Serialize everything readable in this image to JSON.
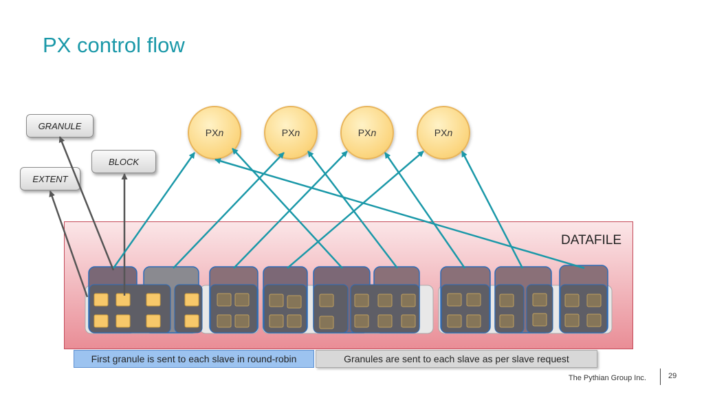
{
  "title": "PX control flow",
  "labels": {
    "granule": "GRANULE",
    "block": "BLOCK",
    "extent": "EXTENT",
    "datafile": "DATAFILE"
  },
  "px_nodes": [
    {
      "prefix": "PX",
      "suffix": "n"
    },
    {
      "prefix": "PX",
      "suffix": "n"
    },
    {
      "prefix": "PX",
      "suffix": "n"
    },
    {
      "prefix": "PX",
      "suffix": "n"
    }
  ],
  "bands": {
    "left": "First granule is sent to each slave in round-robin",
    "right": "Granules are sent to each slave as per slave request"
  },
  "footer": {
    "company": "The Pythian Group Inc.",
    "page": "29"
  },
  "colors": {
    "title": "#1a98a8",
    "arrow": "#1a98a8",
    "block_filled": "#f7c86a",
    "block_empty": "#8a7a5c"
  }
}
